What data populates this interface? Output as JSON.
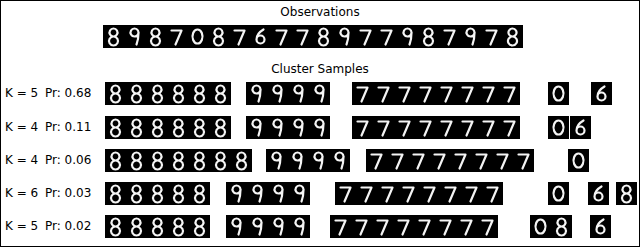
{
  "diagram": {
    "title": "Observations",
    "labels": [
      "Cluster Samples",
      "K = 5",
      "Pr: 0.68",
      "K = 4",
      "Pr: 0.11",
      "K = 4",
      "Pr: 0.06",
      "K = 6",
      "Pr: 0.03",
      "K = 5",
      "Pr: 0.02"
    ]
  }
}
